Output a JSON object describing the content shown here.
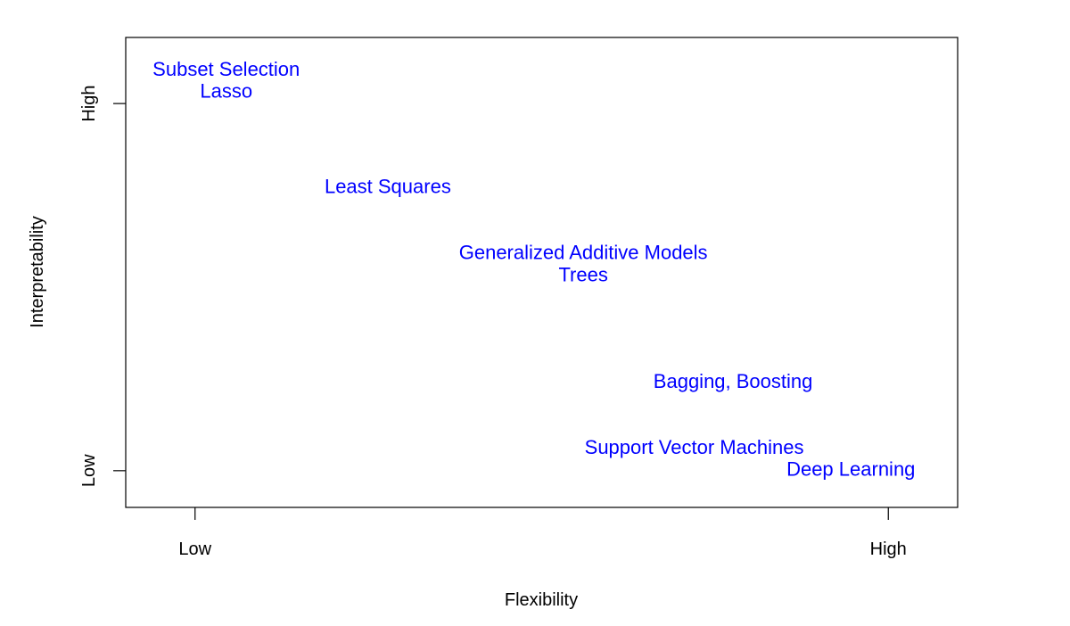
{
  "chart_data": {
    "type": "scatter",
    "title": "",
    "xlabel": "Flexibility",
    "ylabel": "Interpretability",
    "xlim": [
      -0.1,
      1.1
    ],
    "ylim": [
      -0.1,
      1.18
    ],
    "grid": false,
    "text_color": "#0000FF",
    "x_ticks": [
      {
        "value": 0,
        "label": "Low"
      },
      {
        "value": 1,
        "label": "High"
      }
    ],
    "y_ticks": [
      {
        "value": 0,
        "label": "Low"
      },
      {
        "value": 1,
        "label": "High"
      }
    ],
    "points": [
      {
        "label": "Subset Selection",
        "x": 0.045,
        "y": 1.09
      },
      {
        "label": "Lasso",
        "x": 0.045,
        "y": 1.03
      },
      {
        "label": "Least Squares",
        "x": 0.278,
        "y": 0.77
      },
      {
        "label": "Generalized Additive Models",
        "x": 0.56,
        "y": 0.59
      },
      {
        "label": "Trees",
        "x": 0.56,
        "y": 0.53
      },
      {
        "label": "Bagging, Boosting",
        "x": 0.776,
        "y": 0.24
      },
      {
        "label": "Support Vector Machines",
        "x": 0.72,
        "y": 0.06
      },
      {
        "label": "Deep Learning",
        "x": 0.946,
        "y": 0.0
      }
    ]
  }
}
